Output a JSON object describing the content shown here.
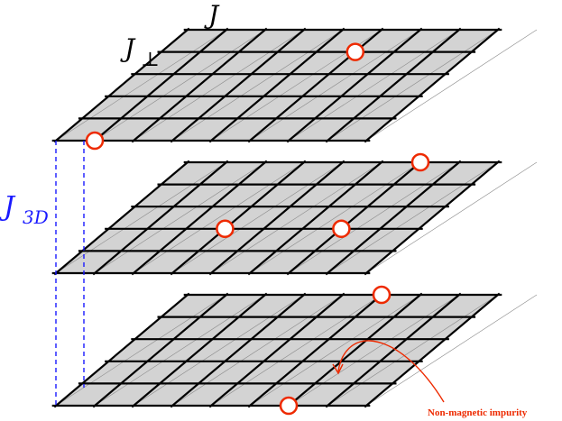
{
  "labels": {
    "J": "J",
    "J_perp_main": "J",
    "J_perp_symbol": "⊥",
    "J3D_main": "J",
    "J3D_sub": "3D",
    "impurity": "Non-magnetic impurity"
  },
  "colors": {
    "plane_fill": "#d3d3d3",
    "grid_line": "#000000",
    "coupling_line": "#1a1aff",
    "impurity_stroke": "#ee2a00",
    "impurity_fill": "#ffffff",
    "label_text": "#000000",
    "j3d_text": "#1a1aff",
    "annotation": "#ee2a00"
  },
  "lattice": {
    "planes": 3,
    "rows": 5,
    "columns": 8,
    "impurities": [
      {
        "plane": 0,
        "col": 5.0,
        "row": 4.0
      },
      {
        "plane": 0,
        "col": 1.0,
        "row": 0.0
      },
      {
        "plane": 1,
        "col": 6.0,
        "row": 5.0
      },
      {
        "plane": 1,
        "col": 3.0,
        "row": 2.0
      },
      {
        "plane": 1,
        "col": 6.0,
        "row": 2.0
      },
      {
        "plane": 2,
        "col": 5.0,
        "row": 5.0
      },
      {
        "plane": 2,
        "col": 6.0,
        "row": 0.0
      }
    ]
  }
}
